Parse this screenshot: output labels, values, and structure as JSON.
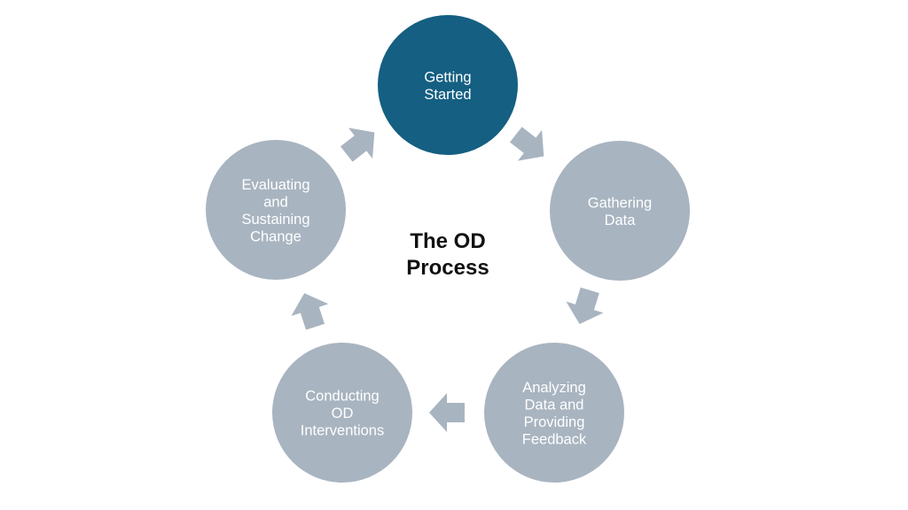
{
  "diagram": {
    "title_lines": [
      "The OD",
      "Process"
    ],
    "colors": {
      "active_node": "#145f82",
      "node": "#a8b4c0",
      "arrow": "#a8b4c0",
      "title": "#111111",
      "node_text": "#ffffff",
      "background": "#ffffff"
    },
    "type": "cycle",
    "direction": "clockwise",
    "nodes": [
      {
        "label_lines": [
          "Getting",
          "Started"
        ],
        "active": true
      },
      {
        "label_lines": [
          "Gathering",
          "Data"
        ],
        "active": false
      },
      {
        "label_lines": [
          "Analyzing",
          "Data and",
          "Providing",
          "Feedback"
        ],
        "active": false
      },
      {
        "label_lines": [
          "Conducting",
          "OD",
          "Interventions"
        ],
        "active": false
      },
      {
        "label_lines": [
          "Evaluating",
          "and",
          "Sustaining",
          "Change"
        ],
        "active": false
      }
    ],
    "arrows": [
      {
        "from": "Getting Started",
        "to": "Gathering Data"
      },
      {
        "from": "Gathering Data",
        "to": "Analyzing Data and Providing Feedback"
      },
      {
        "from": "Analyzing Data and Providing Feedback",
        "to": "Conducting OD Interventions"
      },
      {
        "from": "Conducting OD Interventions",
        "to": "Evaluating and Sustaining Change"
      },
      {
        "from": "Evaluating and Sustaining Change",
        "to": "Getting Started"
      }
    ]
  }
}
